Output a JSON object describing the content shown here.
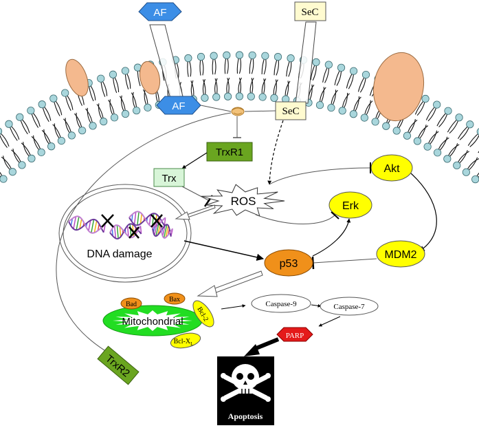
{
  "nodes": {
    "af_top": "AF",
    "sec_top": "SeC",
    "af_membrane": "AF",
    "sec_membrane": "SeC",
    "trxr1": "TrxR1",
    "trx": "Trx",
    "ros": "ROS",
    "akt": "Akt",
    "erk": "Erk",
    "mdm2": "MDM2",
    "p53": "p53",
    "dna_damage": "DNA damage",
    "mitochondrial": "Mitochondrial",
    "bad": "Bad",
    "bax": "Bax",
    "bcl2": "Bcl-2",
    "bclx": "Bcl-X",
    "bclx_sub": "L",
    "trxr2": "TrxR2",
    "caspase9": "Caspase-9",
    "caspase7": "Caspase-7",
    "parp": "PARP",
    "apoptosis": "Apoptosis"
  },
  "colors": {
    "af_blue": "#3c8ee6",
    "sec_cream": "#fffbd0",
    "trxr_green": "#6aa520",
    "trx_green": "#d8f5d8",
    "yellow": "#ffff00",
    "p53_orange": "#f0901a",
    "parp_red": "#e41a1a",
    "mito_green": "#22dd22",
    "protein_peach": "#f4b98e",
    "lipid_head": "#a9d6dc"
  }
}
